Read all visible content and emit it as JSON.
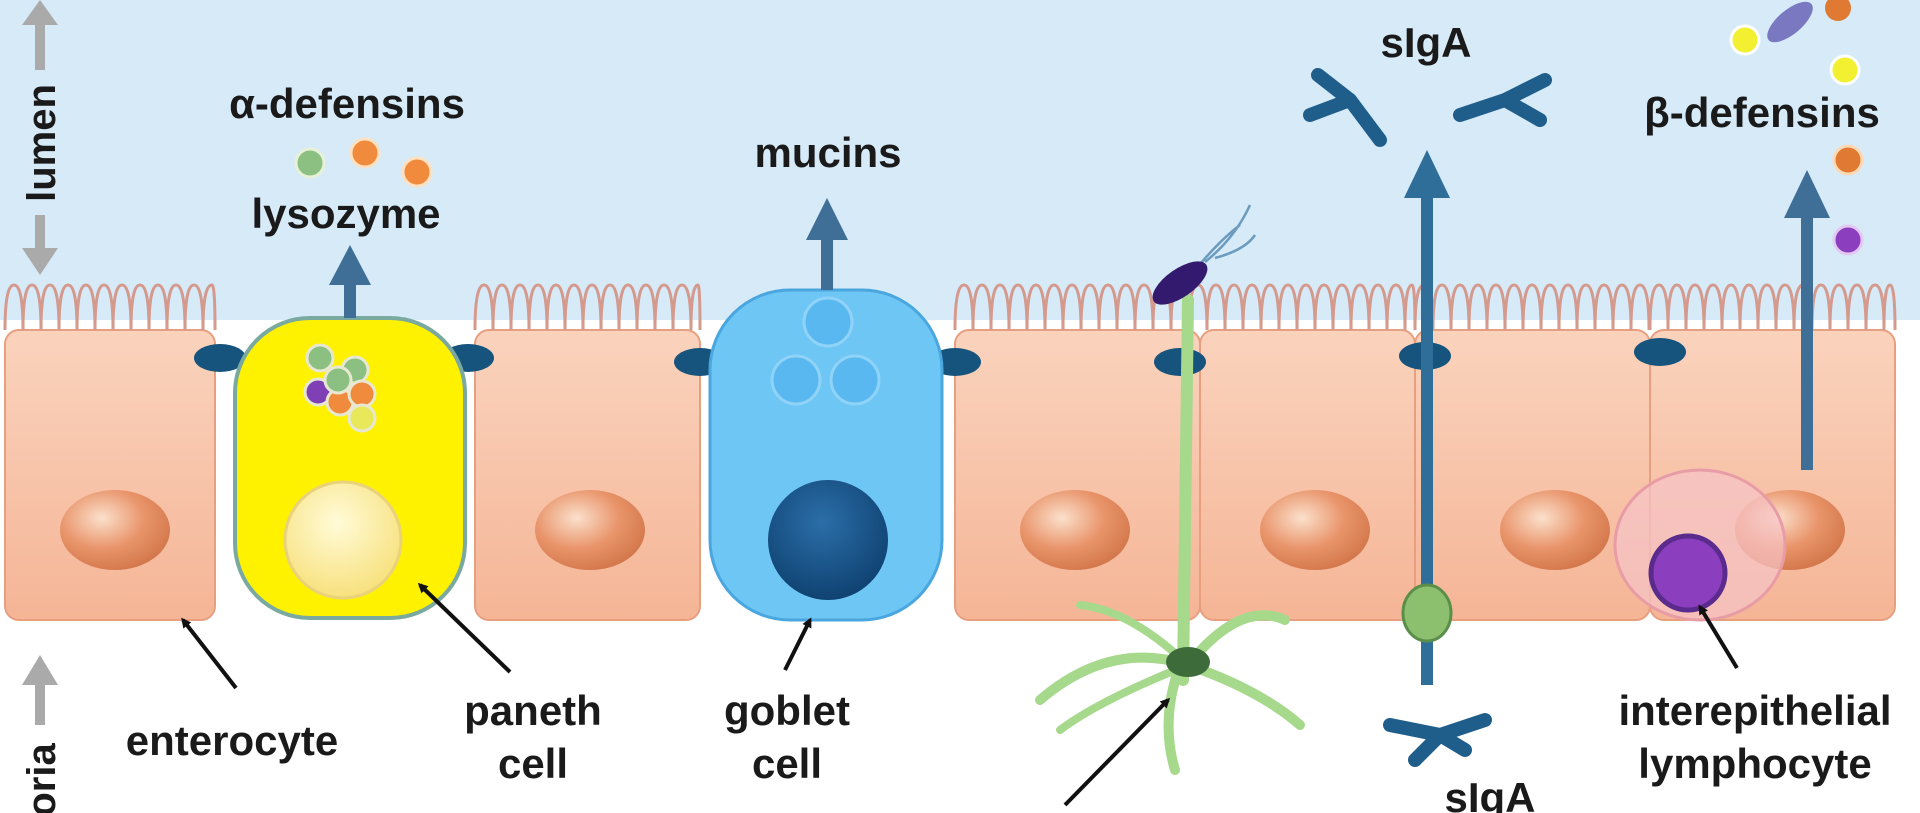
{
  "regions": {
    "lumen": "lumen",
    "lamina": "oria"
  },
  "labels": {
    "alpha_defensins": "α-defensins",
    "lysozyme": "lysozyme",
    "mucins": "mucins",
    "siga_top": "sIgA",
    "beta_defensins": "β-defensins",
    "enterocyte": "enterocyte",
    "paneth_line1": "paneth",
    "paneth_line2": "cell",
    "goblet_line1": "goblet",
    "goblet_line2": "cell",
    "lymphocyte_line1": "interepithelial",
    "lymphocyte_line2": "lymphocyte",
    "siga_bottom": "sIgA"
  },
  "colors": {
    "lumen": "#d6eaf8",
    "enterocyte": "#f7c3a6",
    "paneth": "#fff200",
    "goblet": "#6ec6f5",
    "dendritic": "#a6d98c",
    "arrow": "#3f6f96",
    "antibody": "#2f6e99",
    "lymphocyte": "#8b3fbf"
  }
}
